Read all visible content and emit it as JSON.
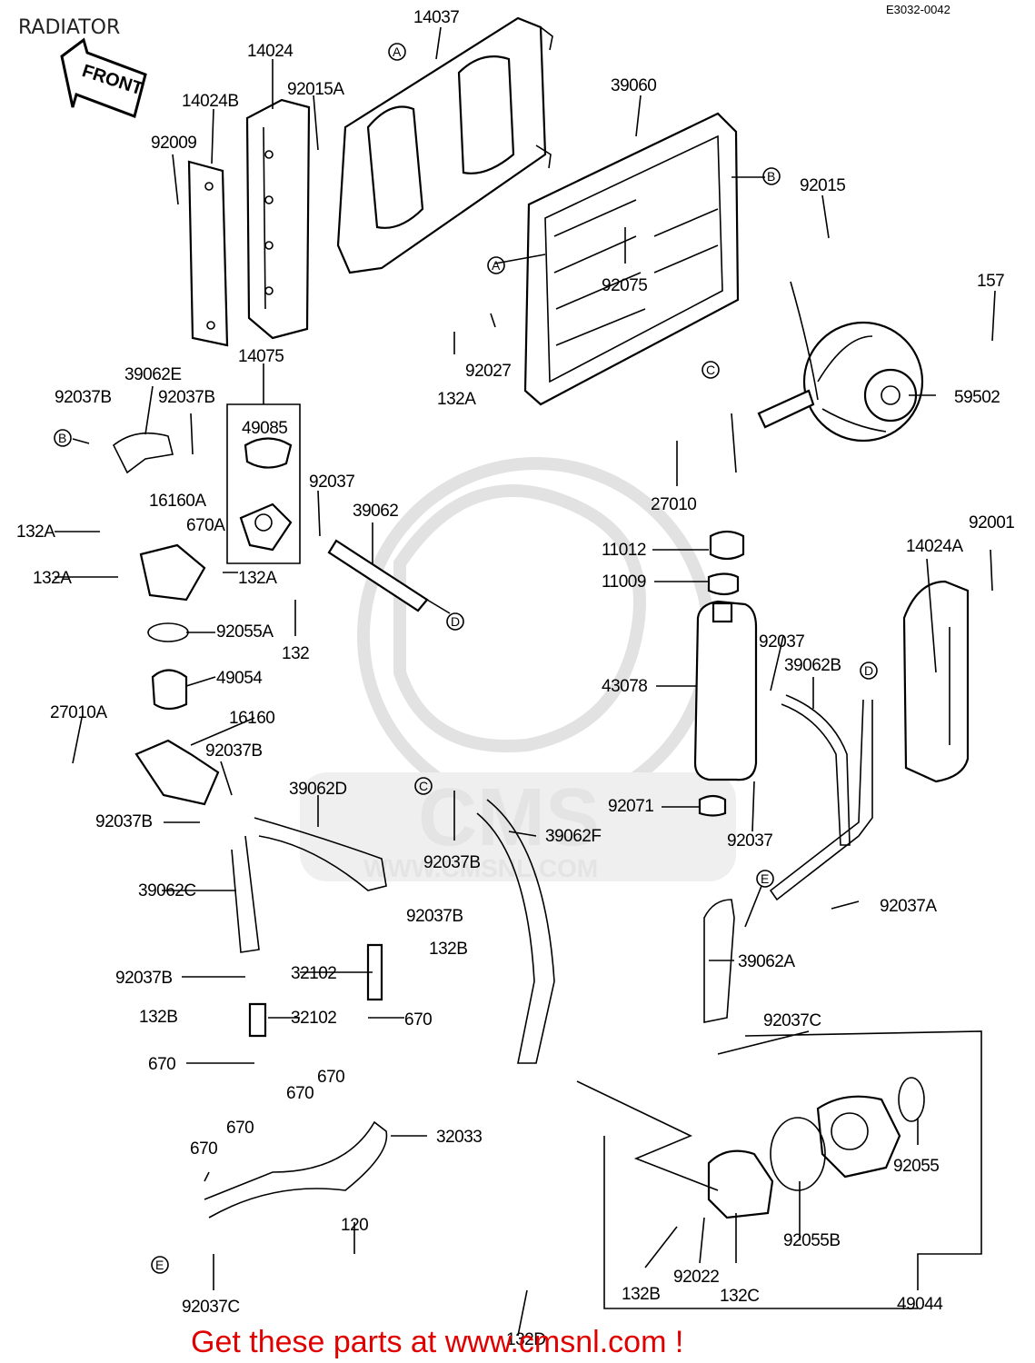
{
  "title": "RADIATOR",
  "diagram_code": "E3032-0042",
  "front_label": "FRONT",
  "footer": "Get these parts at www.cmsnl.com !",
  "watermark": {
    "brand": "CMS",
    "url": "WWW.CMSNL.COM"
  },
  "accent_color": "#e10000",
  "callouts": [
    "A",
    "B",
    "C",
    "D",
    "E"
  ],
  "labels": [
    "14037",
    "14024",
    "92015A",
    "14024B",
    "92009",
    "39060",
    "92015",
    "157",
    "92075",
    "92027",
    "132A",
    "59502",
    "27010",
    "14075",
    "39062E",
    "92037B",
    "92037B",
    "49085",
    "92037",
    "16160A",
    "670A",
    "132A",
    "132A",
    "132A",
    "39062",
    "132",
    "92055A",
    "49054",
    "27010A",
    "16160",
    "92037B",
    "92037B",
    "39062D",
    "39062C",
    "92037B",
    "132B",
    "670",
    "670",
    "32102",
    "32102",
    "92037B",
    "132B",
    "11012",
    "11009",
    "43078",
    "92037",
    "39062B",
    "92071",
    "92037",
    "39062F",
    "92037B",
    "39062A",
    "92037A",
    "14024A",
    "92001",
    "92037C",
    "92055",
    "92055B",
    "132C",
    "92022",
    "132B",
    "49044",
    "132D",
    "670",
    "670",
    "670",
    "670",
    "32033",
    "120",
    "92037C"
  ]
}
